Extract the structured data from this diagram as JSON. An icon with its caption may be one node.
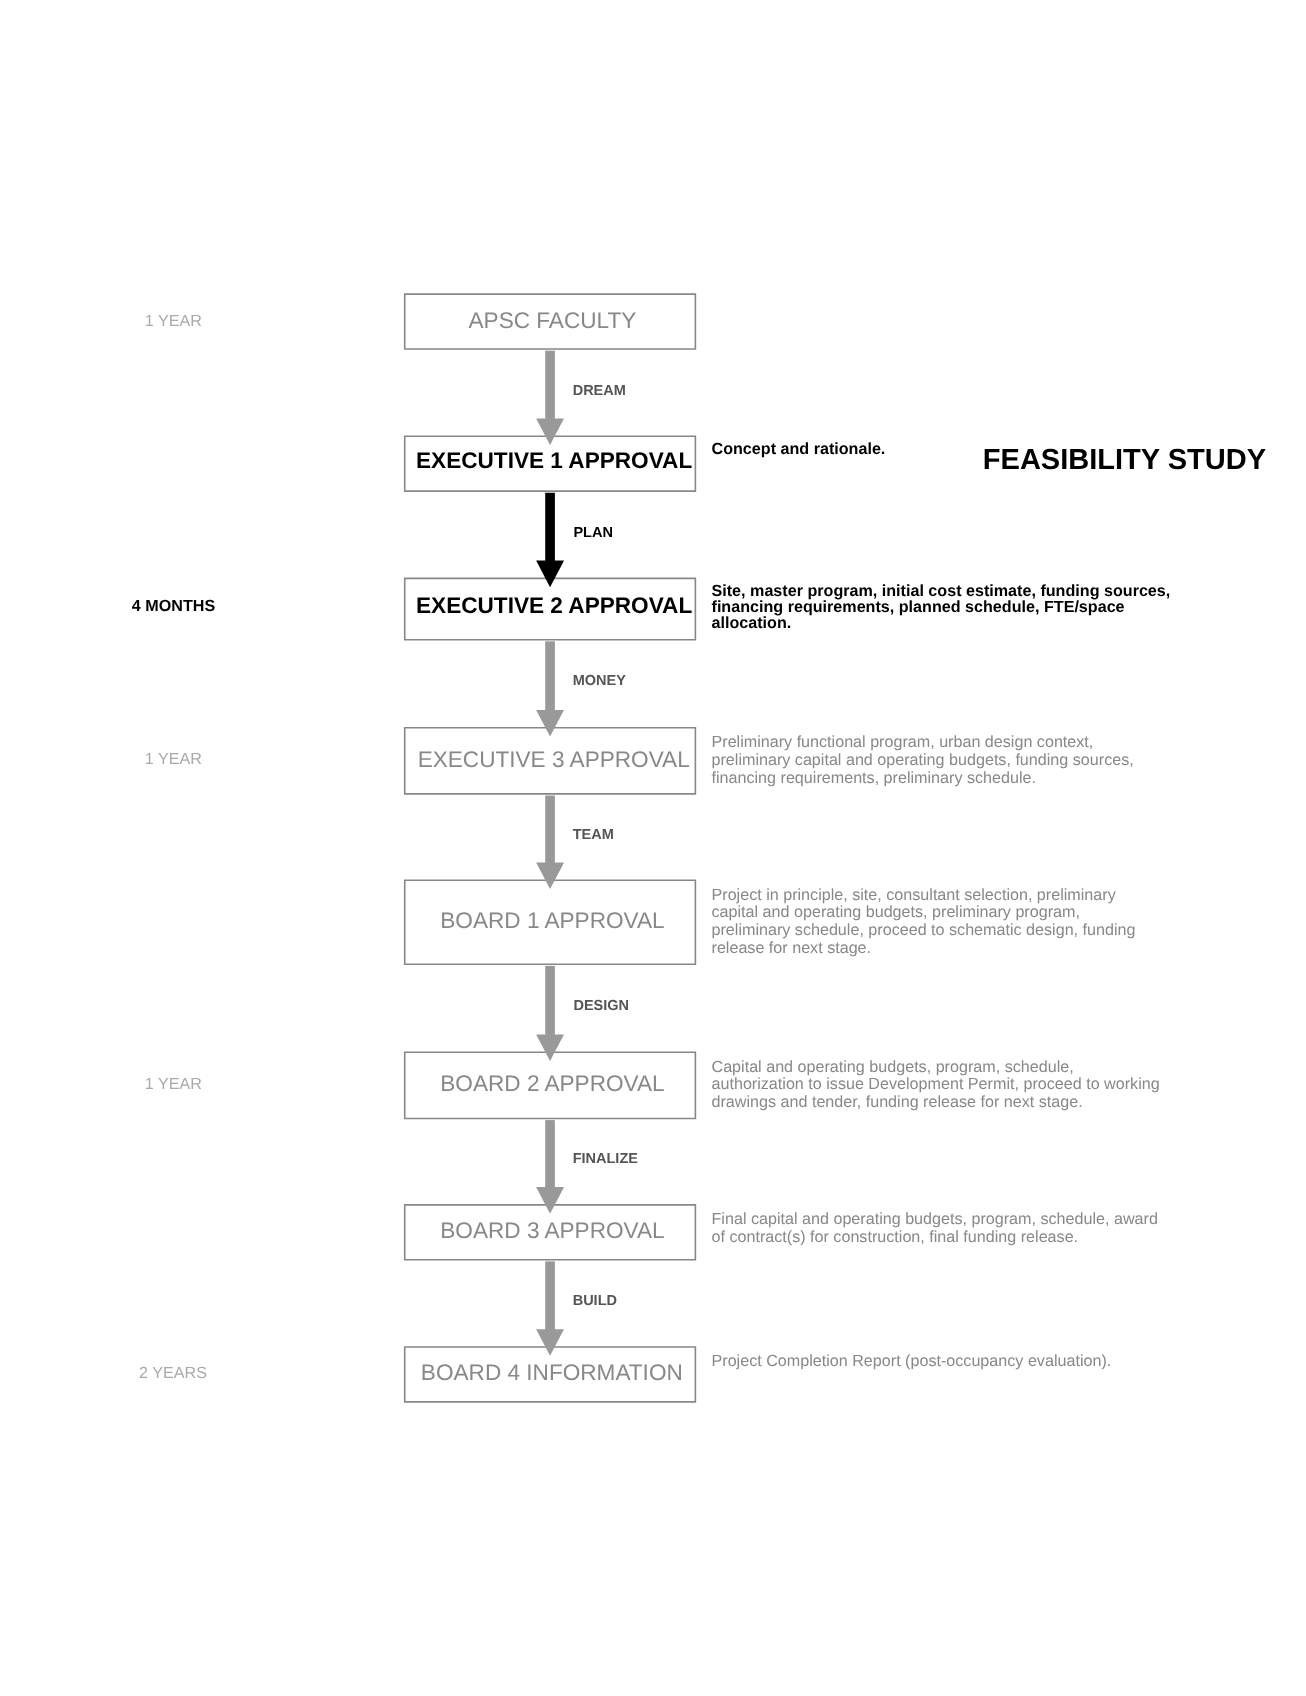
{
  "diagram": {
    "nodes": [
      {
        "text": [
          "APSC FACULTY"
        ]
      },
      {
        "text": [
          "EXECUTIVE 1 APPROVAL"
        ],
        "beside": [
          "Concept and rationale."
        ]
      },
      {
        "text": [
          "EXECUTIVE 2 APPROVAL"
        ],
        "beside": [
          "Site, master program, initial cost estimate, funding sources, financing requirements, planned schedule, FTE/space allocation."
        ]
      },
      {
        "text": [
          "EXECUTIVE 3 APPROVAL"
        ],
        "beside": [
          "Preliminary functional program, urban design context, preliminary capital and operating budgets, funding sources, financing requirements, preliminary schedule."
        ]
      },
      {
        "text": [
          "BOARD 1 APPROVAL"
        ],
        "beside": [
          "Project in principle, site, consultant selection, preliminary capital and operating budgets, preliminary program, preliminary schedule, proceed to schematic design, funding release for next stage."
        ]
      },
      {
        "text": [
          "BOARD 2 APPROVAL"
        ],
        "beside": [
          "Capital and operating budgets, program, schedule, authorization to issue Development Permit, proceed to working drawings and tender, funding release for next stage."
        ]
      },
      {
        "text": [
          "BOARD 3 APPROVAL"
        ],
        "beside": [
          "Final capital and operating budgets, program, schedule, award of contract(s) for construction, final funding release."
        ]
      },
      {
        "text": [
          "BOARD 4 INFORMATION"
        ],
        "beside": [
          "Project Completion Report (post-occupancy evaluation)."
        ]
      }
    ],
    "edges": [
      {
        "from": 0,
        "to": 1,
        "arrow": "to",
        "label": "DREAM"
      },
      {
        "from": 1,
        "to": 2,
        "arrow": "to",
        "label": "PLAN",
        "color": "#000000"
      },
      {
        "from": 2,
        "to": 3,
        "arrow": "to",
        "label": "MONEY"
      },
      {
        "from": 3,
        "to": 4,
        "arrow": "to",
        "label": "TEAM"
      },
      {
        "from": 4,
        "to": 5,
        "arrow": "to",
        "label": "DESIGN"
      },
      {
        "from": 5,
        "to": 6,
        "arrow": "to",
        "label": "FINALIZE"
      },
      {
        "from": 6,
        "to": 7,
        "arrow": "to",
        "label": "BUILD"
      }
    ],
    "labels": [
      "1 YEAR",
      "4 MONTHS",
      "FEASIBILITY STUDY",
      "1 YEAR",
      "1 YEAR",
      "2 YEARS"
    ]
  }
}
